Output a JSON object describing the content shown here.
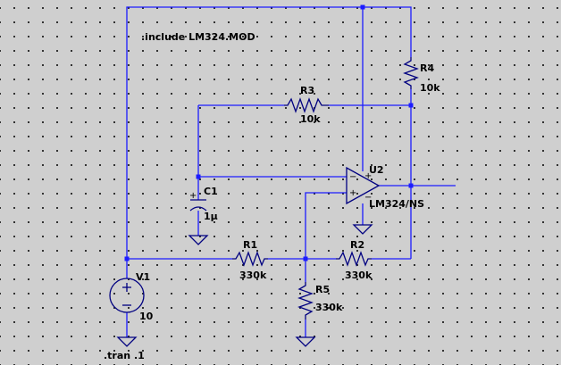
{
  "directives": {
    "include": ".include LM324.MOD",
    "tran": ".tran .1"
  },
  "components": {
    "r1": {
      "ref": "R1",
      "value": "330k"
    },
    "r2": {
      "ref": "R2",
      "value": "330k"
    },
    "r3": {
      "ref": "R3",
      "value": "10k"
    },
    "r4": {
      "ref": "R4",
      "value": "10k"
    },
    "r5": {
      "ref": "R5",
      "value": "330k"
    },
    "c1": {
      "ref": "C1",
      "value": "1µ"
    },
    "v1": {
      "ref": "V1",
      "value": "10"
    },
    "u1": {
      "ref": "U2",
      "model": "LM324/NS",
      "plus": "+",
      "minus": "−"
    }
  },
  "colors": {
    "wire": "#1c1cff",
    "component": "#000080",
    "background": "#cfcfcf"
  }
}
